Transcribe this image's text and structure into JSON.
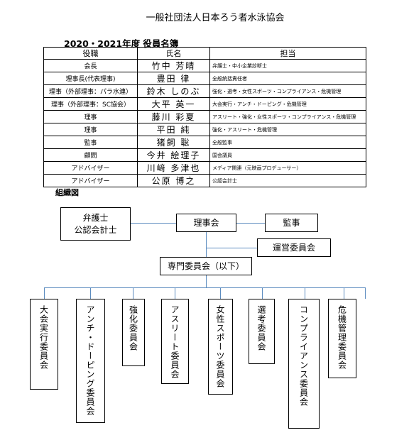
{
  "org_title": "一般社団法人日本ろう者水泳協会",
  "section_title": "2020・2021年度 役員名簿",
  "table": {
    "headers": [
      "役職",
      "氏名",
      "担当"
    ],
    "rows": [
      {
        "role": "会長",
        "name": "竹中 芳晴",
        "duty": "弁護士・中小企業診断士"
      },
      {
        "role": "理事長(代表理事)",
        "name": "豊田 律",
        "duty": "全般統括責任者"
      },
      {
        "role": "理事（外部理事：パラ水連）",
        "name": "鈴木 しのぶ",
        "duty": "強化・選考・女性スポーツ・コンプライアンス・危機管理"
      },
      {
        "role": "理事（外部理事：SC協会）",
        "name": "大平 英一",
        "duty": "大会実行・アンチ・ドーピング・危機管理"
      },
      {
        "role": "理事",
        "name": "藤川 彩夏",
        "duty": "アスリート・強化・女性スポーツ・コンプライアンス・危機管理"
      },
      {
        "role": "理事",
        "name": "平田 純",
        "duty": "強化・アスリート・危機管理"
      },
      {
        "role": "監事",
        "name": "猪飼 聡",
        "duty": "全般監事"
      },
      {
        "role": "顧問",
        "name": "今井 絵理子",
        "duty": "国会議員"
      },
      {
        "role": "アドバイザー",
        "name": "川﨑 多津也",
        "duty": "メディア関連（元映画プロデューサー）"
      },
      {
        "role": "アドバイザー",
        "name": "公原 博之",
        "duty": "公認会計士"
      }
    ]
  },
  "org_chart_label": "組織図",
  "chart": {
    "advisor_line1": "弁護士",
    "advisor_line2": "公認会計士",
    "board": "理事会",
    "auditor": "監事",
    "steering": "運営委員会",
    "specialized": "専門委員会（以下）",
    "committees": [
      "大会実行委員会",
      "アンチ・ドーピング委員会",
      "強化委員会",
      "アスリート委員会",
      "女性スポーツ委員会",
      "選考委員会",
      "コンプライアンス委員会",
      "危機管理委員会"
    ]
  }
}
